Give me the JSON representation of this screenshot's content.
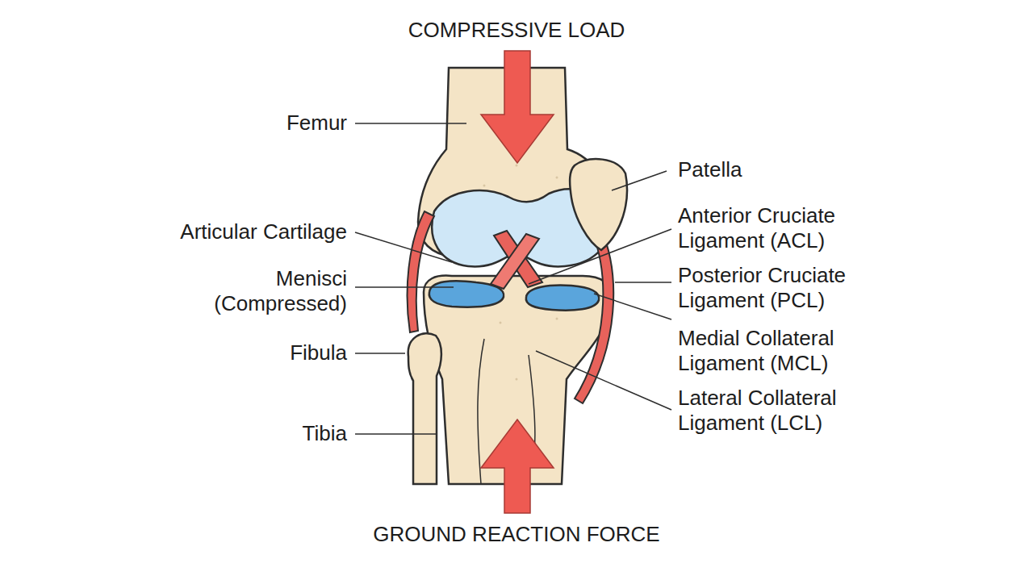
{
  "diagram": {
    "labels": [
      "COMPRESSIVE LOAD",
      "Femur",
      "Patella",
      "Articular Cartilage",
      "Anterior Cruciate Ligament (ACL)",
      "Menisci (Compressed)",
      "Posterior Cruciate Ligament (PCL)",
      "Fibula",
      "Medial Collateral Ligament (MCL)",
      "Tibia",
      "Lateral Collateral Ligament (LCL)",
      "GROUND REACTION FORCE"
    ]
  }
}
